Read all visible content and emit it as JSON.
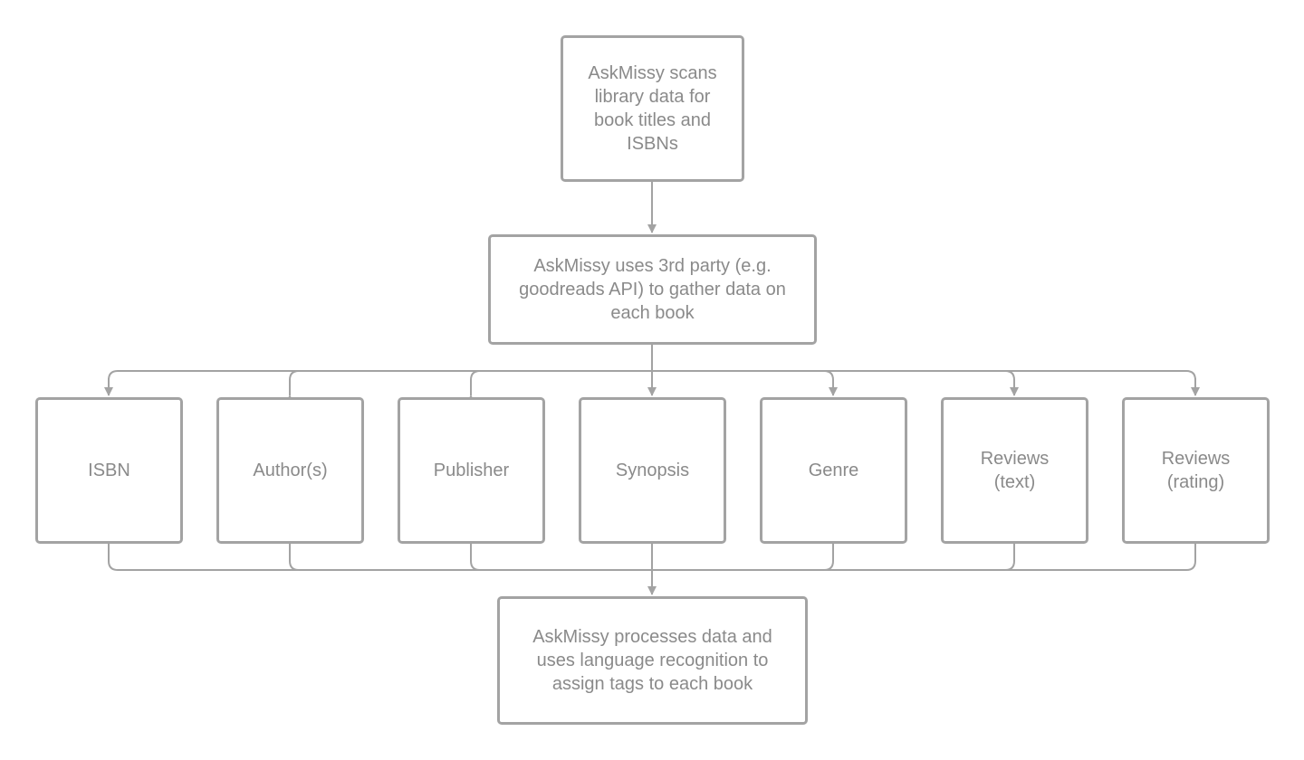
{
  "diagram": {
    "scan_step": "AskMissy scans\nlibrary data for\nbook titles and\nISBNs",
    "gather_step": "AskMissy uses 3rd party (e.g.\ngoodreads API) to gather data on\neach book",
    "fields": [
      "ISBN",
      "Author(s)",
      "Publisher",
      "Synopsis",
      "Genre",
      "Reviews\n(text)",
      "Reviews\n(rating)"
    ],
    "process_step": "AskMissy processes data and\nuses language recognition to\nassign tags to each book"
  },
  "colors": {
    "stroke": "#a3a3a3",
    "text": "#8a8a8a"
  }
}
